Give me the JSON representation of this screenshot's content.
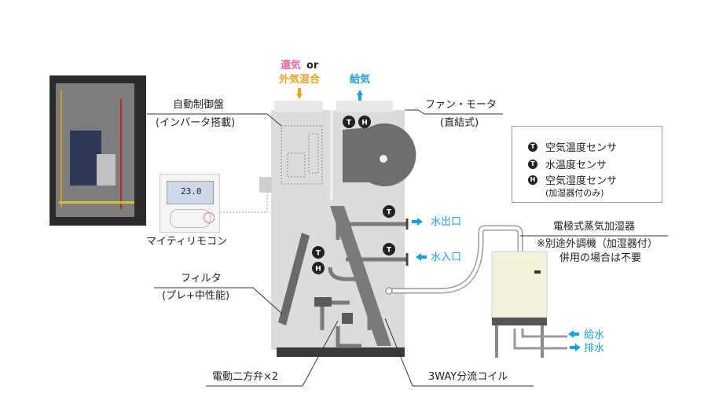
{
  "inlet": {
    "line1": "還気",
    "or": "or",
    "line2": "外気混合"
  },
  "supply": {
    "label": "給気"
  },
  "labels": {
    "control_panel": "自動制御盤",
    "inverter": "(インバータ搭載)",
    "fan_motor": "ファン・モータ",
    "direct": "(直結式)",
    "remote": "マイティリモコン",
    "filter": "フィルタ",
    "filter_type": "(プレ+中性能)",
    "valve": "電動二方弁×2",
    "coil": "3WAY分流コイル",
    "water_out": "水出口",
    "water_in": "水入口",
    "humidifier": "電極式蒸気加湿器",
    "humidifier_note1": "※別途外調機（加湿器付）",
    "humidifier_note2": "併用の場合は不要",
    "feed_water": "給水",
    "drain_water": "排水"
  },
  "legend": [
    {
      "icon": "T",
      "icon_name": "temperature-sensor-icon",
      "text": "空気温度センサ"
    },
    {
      "icon": "T",
      "icon_name": "water-temperature-sensor-icon",
      "text": "水温度センサ"
    },
    {
      "icon": "H",
      "icon_name": "humidity-sensor-icon",
      "text": "空気湿度センサ",
      "sub": "(加湿器付のみ)"
    }
  ],
  "remote_display": {
    "temp": "23.0"
  },
  "colors": {
    "accent_blue": "#1aa0dc",
    "pink": "#e66aa5",
    "orange": "#f0a020",
    "unit_body": "#dcdcdc",
    "coil": "#7a7a7a",
    "humidifier": "#f3f0dc"
  }
}
